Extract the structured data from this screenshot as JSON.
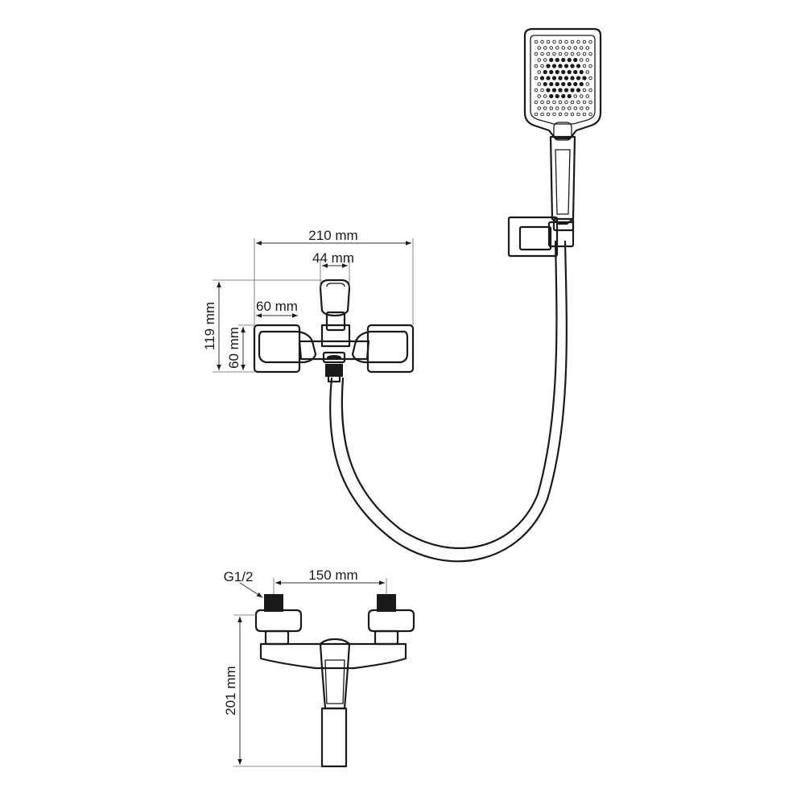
{
  "dimensions": {
    "overall_width": "210 mm",
    "spout_width": "44 mm",
    "handle_width": "60 mm",
    "overall_height": "119 mm",
    "handle_height": "60 mm",
    "inlet_spacing": "150 mm",
    "depth": "201 mm"
  },
  "labels": {
    "thread": "G1/2"
  },
  "colors": {
    "line": "#1a1a1a",
    "background": "#ffffff"
  }
}
